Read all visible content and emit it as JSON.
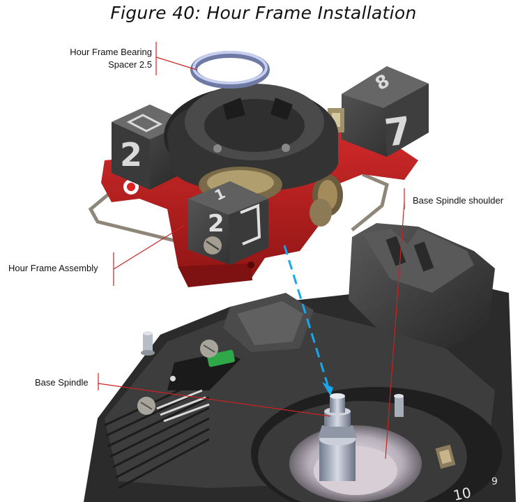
{
  "figure": {
    "caption": "Figure 40: Hour Frame Installation"
  },
  "callouts": {
    "bearing_spacer": {
      "line1": "Hour Frame Bearing",
      "line2": "Spacer 2.5"
    },
    "hour_frame_assembly": "Hour Frame Assembly",
    "base_spindle_shoulder": "Base Spindle shoulder",
    "base_spindle": "Base Spindle"
  },
  "digit_glyphs": {
    "left_block": "2",
    "center_block_top": "1",
    "center_block_mid": "2",
    "right_block": "7",
    "right_block_top": "8",
    "base_corner": "10",
    "base_corner_small": "9"
  },
  "colors": {
    "frame_red": "#b51e1e",
    "body_dark": "#2e2e2e",
    "body_mid": "#4a4a4a",
    "leader_red": "#cc2222",
    "arrow_blue": "#1aa7e8",
    "spacer_blue": "#9aa8cf",
    "accent_green": "#2fa84a"
  }
}
